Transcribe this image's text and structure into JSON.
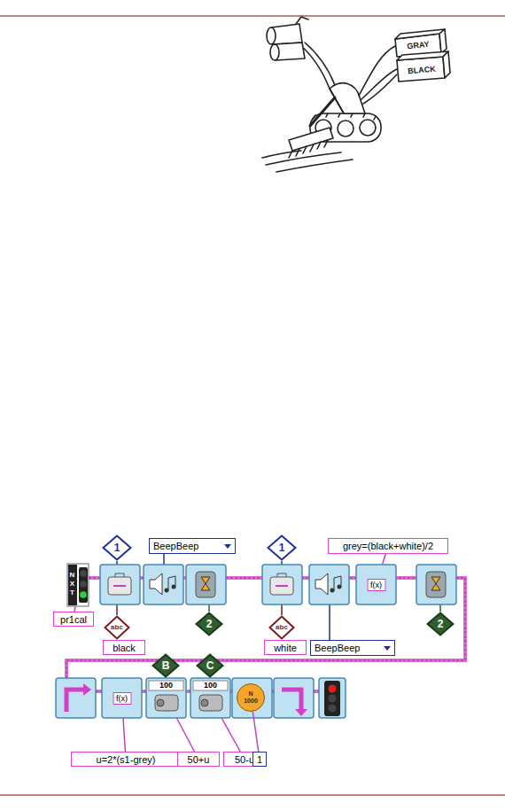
{
  "diagram": {
    "nodes": [
      {
        "text": [
          "N X T"
        ]
      },
      {
        "text": [
          "pr1cal"
        ]
      },
      {
        "text": [
          "1"
        ]
      },
      {
        "text": [
          "abc"
        ]
      },
      {
        "text": [
          "black"
        ]
      },
      {
        "text": [
          "BeepBeep"
        ]
      },
      {
        "text": [
          "2"
        ]
      },
      {
        "text": [
          "1"
        ]
      },
      {
        "text": [
          "abc"
        ]
      },
      {
        "text": [
          "white"
        ]
      },
      {
        "text": [
          "grey=(black+white)/2"
        ]
      },
      {
        "text": [
          "f(x)"
        ]
      },
      {
        "text": [
          "BeepBeep"
        ]
      },
      {
        "text": [
          "2"
        ]
      },
      {
        "text": [
          "f(x)"
        ]
      },
      {
        "text": [
          "u=2*(s1-grey)"
        ]
      },
      {
        "text": [
          "B"
        ]
      },
      {
        "text": [
          "100"
        ]
      },
      {
        "text": [
          "50+u"
        ]
      },
      {
        "text": [
          "C"
        ]
      },
      {
        "text": [
          "100"
        ]
      },
      {
        "text": [
          "50-u"
        ]
      },
      {
        "text": [
          "N 1000"
        ]
      },
      {
        "text": [
          "1"
        ]
      }
    ],
    "edges": [
      {
        "from": 0,
        "to": 1,
        "arrow": "none"
      },
      {
        "from": 3,
        "to": 4,
        "arrow": "none"
      },
      {
        "from": 8,
        "to": 9,
        "arrow": "none"
      },
      {
        "from": 10,
        "to": 11,
        "arrow": "none"
      },
      {
        "from": 14,
        "to": 15,
        "arrow": "none"
      },
      {
        "from": 16,
        "to": 17,
        "arrow": "none"
      },
      {
        "from": 17,
        "to": 18,
        "arrow": "none"
      },
      {
        "from": 19,
        "to": 20,
        "arrow": "none"
      },
      {
        "from": 20,
        "to": 21,
        "arrow": "none"
      },
      {
        "from": 22,
        "to": 23,
        "arrow": "none"
      }
    ],
    "labels": [
      "GRAY",
      "BLACK"
    ]
  }
}
